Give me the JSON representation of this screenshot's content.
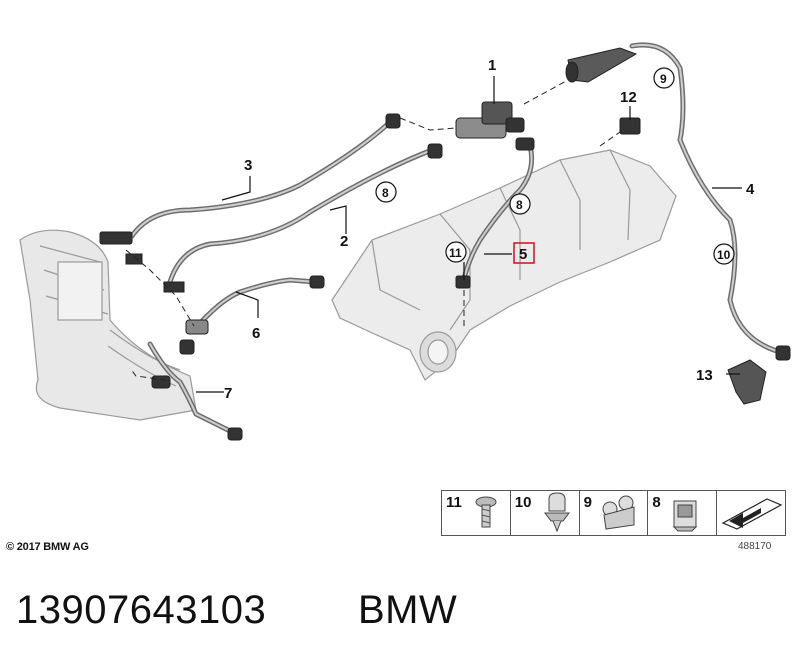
{
  "callouts": {
    "c1": "1",
    "c2": "2",
    "c3": "3",
    "c4": "4",
    "c5": "5",
    "c6": "6",
    "c7": "7",
    "c8a": "8",
    "c8b": "8",
    "c9": "9",
    "c10": "10",
    "c11": "11",
    "c12": "12",
    "c13": "13"
  },
  "legend": [
    {
      "label": "11",
      "icon": "screw-icon"
    },
    {
      "label": "10",
      "icon": "clip-icon"
    },
    {
      "label": "9",
      "icon": "double-clip-icon"
    },
    {
      "label": "8",
      "icon": "holder-icon"
    },
    {
      "label": "",
      "icon": "arrow-plate-icon"
    }
  ],
  "footer": {
    "copyright": "© 2017 BMW AG",
    "figure_number": "488170",
    "part_number": "13907643103",
    "brand": "BMW"
  },
  "colors": {
    "highlight": "#d0101b",
    "line": "#1a1a1a",
    "part_fill": "#e6e6e6",
    "part_stroke": "#8a8a8a"
  }
}
